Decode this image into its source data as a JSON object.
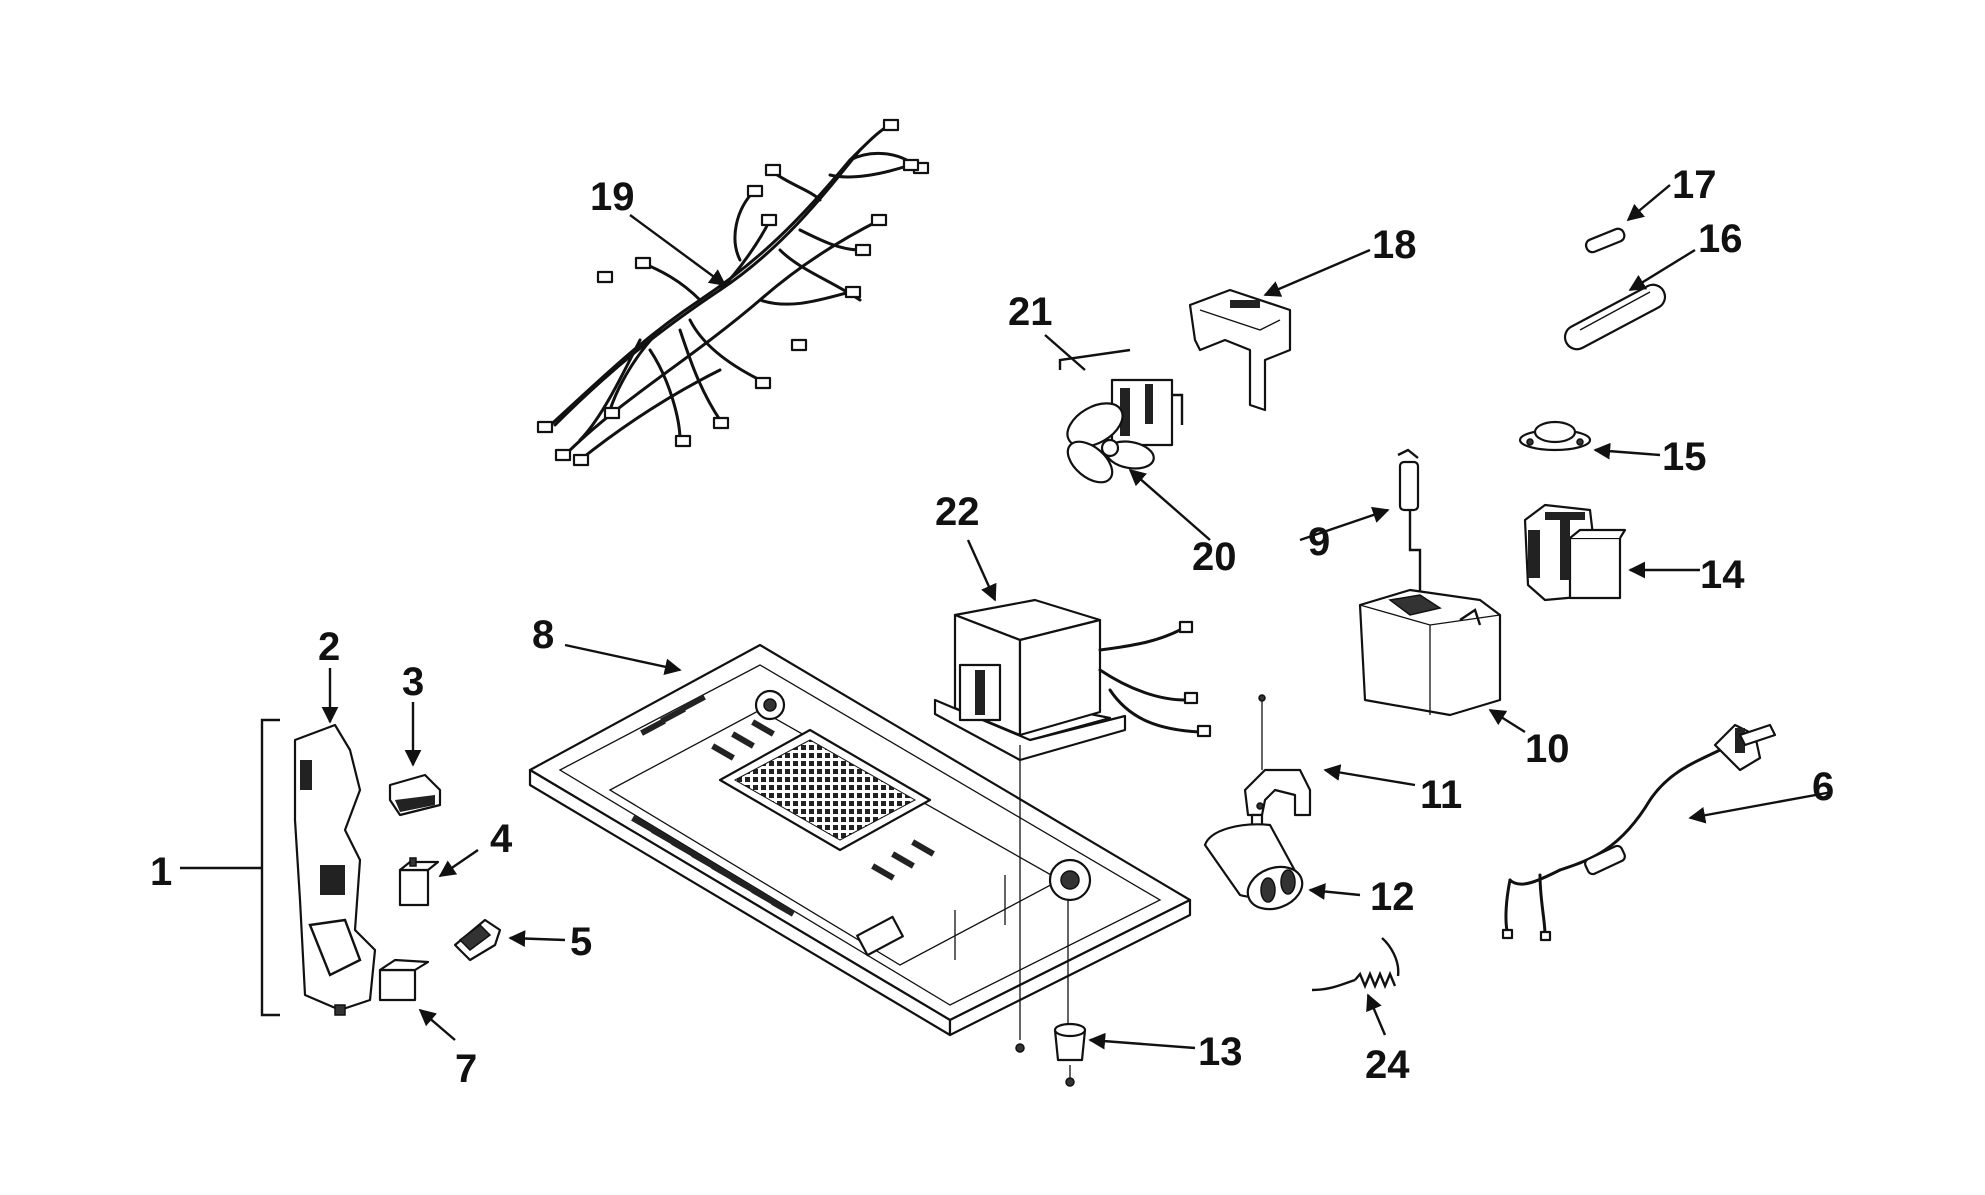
{
  "labels": {
    "l1": "1",
    "l2": "2",
    "l3": "3",
    "l4": "4",
    "l5": "5",
    "l6": "6",
    "l7": "7",
    "l8": "8",
    "l9": "9",
    "l10": "10",
    "l11": "11",
    "l12": "12",
    "l13": "13",
    "l14": "14",
    "l15": "15",
    "l16": "16",
    "l17": "17",
    "l18": "18",
    "l19": "19",
    "l20": "20",
    "l21": "21",
    "l22": "22",
    "l24": "24"
  }
}
